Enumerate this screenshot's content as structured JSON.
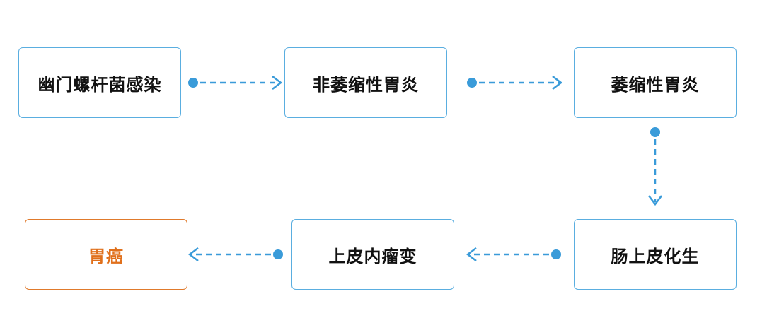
{
  "colors": {
    "node_border": "#5aaee0",
    "arrow": "#3a9bd9",
    "final_border": "#e07a2c",
    "final_text": "#e0701c",
    "text": "#111111"
  },
  "nodes": [
    {
      "label": "幽门螺杆菌感染"
    },
    {
      "label": "非萎缩性胃炎"
    },
    {
      "label": "萎缩性胃炎"
    },
    {
      "label": "肠上皮化生"
    },
    {
      "label": "上皮内瘤变"
    },
    {
      "label": "胃癌"
    }
  ]
}
